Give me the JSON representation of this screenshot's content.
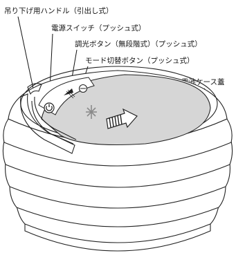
{
  "callouts": {
    "handle": "吊り下げ用ハンドル（引出し式）",
    "power_switch": "電源スイッチ（プッシュ式）",
    "dimmer_button": "調光ボタン（無段階式）（プッシュ式）",
    "mode_button": "モード切替ボタン（プッシュ式）",
    "battery_cover": "電池ケース蓋"
  },
  "colors": {
    "cover_fill": "#d6d6d6",
    "body_fill": "#ffffff",
    "line": "#222222"
  }
}
